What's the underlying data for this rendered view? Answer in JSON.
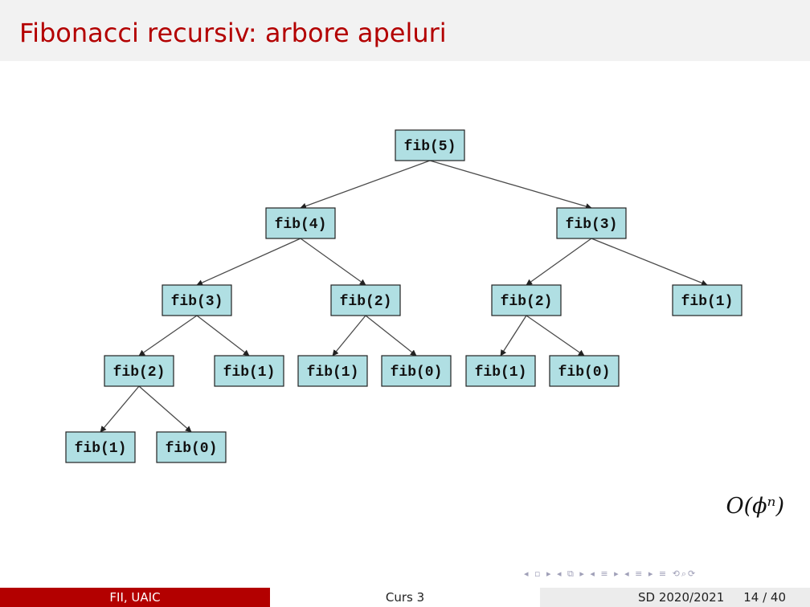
{
  "slide": {
    "title": "Fibonacci recursiv: arbore apeluri",
    "complexity": "O(ϕⁿ)"
  },
  "tree": {
    "root": "fib(5)",
    "nodes": [
      {
        "id": "n5",
        "label": "fib(5)"
      },
      {
        "id": "n4",
        "label": "fib(4)"
      },
      {
        "id": "n3a",
        "label": "fib(3)"
      },
      {
        "id": "n3b",
        "label": "fib(3)"
      },
      {
        "id": "n2a",
        "label": "fib(2)"
      },
      {
        "id": "n2b",
        "label": "fib(2)"
      },
      {
        "id": "n2c",
        "label": "fib(2)"
      },
      {
        "id": "n1a",
        "label": "fib(1)"
      },
      {
        "id": "n1b",
        "label": "fib(1)"
      },
      {
        "id": "n1c",
        "label": "fib(1)"
      },
      {
        "id": "n1d",
        "label": "fib(1)"
      },
      {
        "id": "n1e",
        "label": "fib(1)"
      },
      {
        "id": "n0a",
        "label": "fib(0)"
      },
      {
        "id": "n0b",
        "label": "fib(0)"
      },
      {
        "id": "n0c",
        "label": "fib(0)"
      }
    ],
    "edges": [
      [
        "n5",
        "n4"
      ],
      [
        "n5",
        "n3b"
      ],
      [
        "n4",
        "n3a"
      ],
      [
        "n4",
        "n2b"
      ],
      [
        "n3b",
        "n2c"
      ],
      [
        "n3b",
        "n1e"
      ],
      [
        "n3a",
        "n2a"
      ],
      [
        "n3a",
        "n1b"
      ],
      [
        "n2b",
        "n1c"
      ],
      [
        "n2b",
        "n0b"
      ],
      [
        "n2c",
        "n1d"
      ],
      [
        "n2c",
        "n0c"
      ],
      [
        "n2a",
        "n1a"
      ],
      [
        "n2a",
        "n0a"
      ]
    ]
  },
  "footer": {
    "left": "FII, UAIC",
    "center": "Curs 3",
    "date": "SD 2020/2021",
    "page": "14 / 40"
  },
  "nav": {
    "icons": [
      "nav-first-icon",
      "nav-frame-icon",
      "nav-section-icon",
      "nav-subsection-icon",
      "nav-align-icon",
      "nav-search-icon"
    ]
  }
}
